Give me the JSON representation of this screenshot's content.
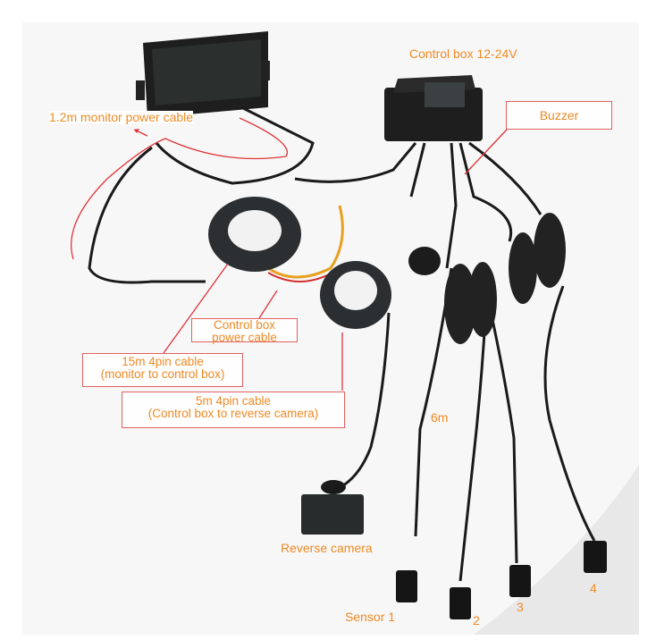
{
  "labels": {
    "control_box": "Control box 12-24V",
    "buzzer": "Buzzer",
    "monitor_power_cable": "1.2m monitor power cable",
    "control_box_power_cable_line1": "Control box",
    "control_box_power_cable_line2": "power cable",
    "cable_15m_line1": "15m 4pin cable",
    "cable_15m_line2": "(monitor to control box)",
    "cable_5m_line1": "5m 4pin cable",
    "cable_5m_line2": "(Control box to reverse camera)",
    "six_m": "6m",
    "reverse_camera": "Reverse camera",
    "sensor_1": "Sensor  1",
    "sensor_2": "2",
    "sensor_3": "3",
    "sensor_4": "4"
  },
  "colors": {
    "label_text": "#f08a24",
    "callout_line": "#e0343a",
    "device": "#1c1c1c"
  }
}
